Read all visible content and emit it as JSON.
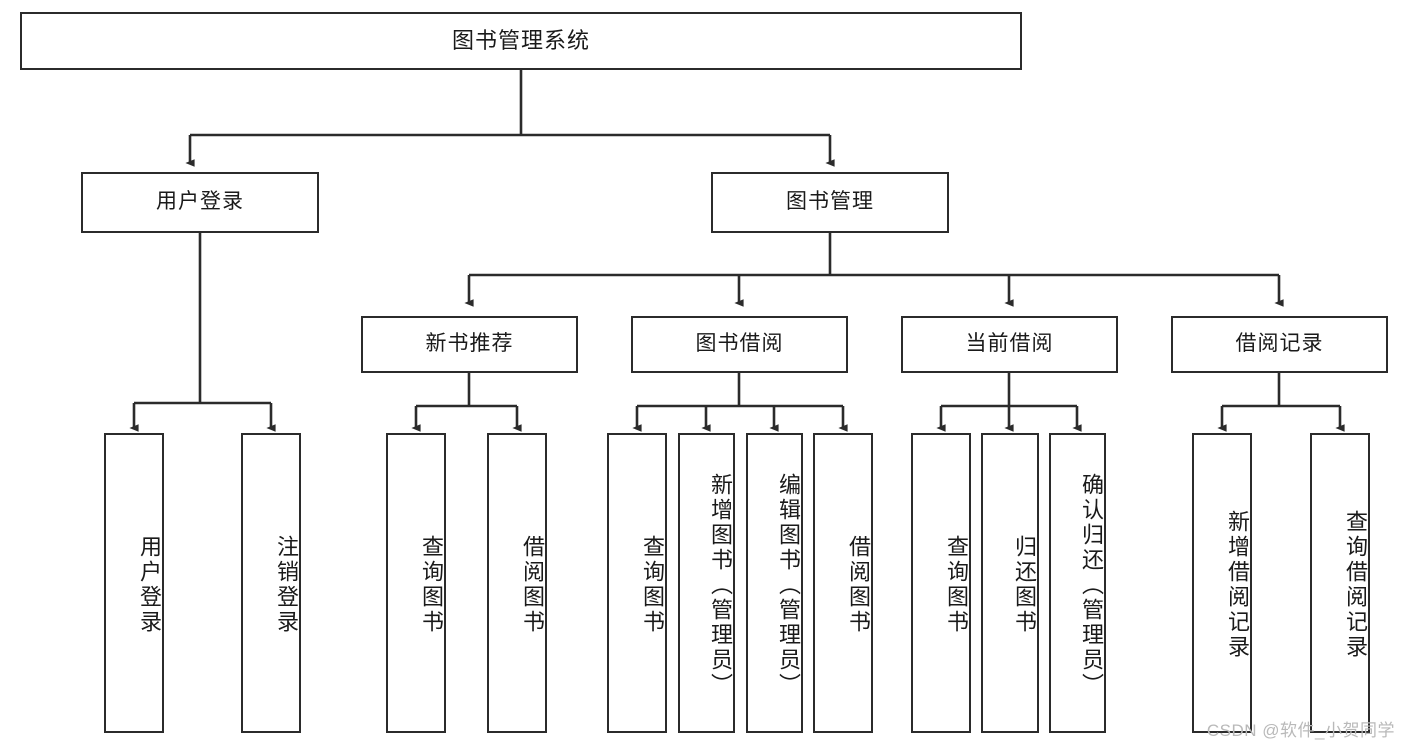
{
  "diagram": {
    "type": "tree",
    "title": "图书管理系统",
    "orientation": "top-down",
    "line_color": "#2b2b2b",
    "box_fill": "#ffffff",
    "text_color": "#1a1a1a",
    "background": "#ffffff"
  },
  "root": {
    "label": "图书管理系统"
  },
  "level2": [
    {
      "label": "用户登录"
    },
    {
      "label": "图书管理"
    }
  ],
  "level3": [
    {
      "label": "新书推荐"
    },
    {
      "label": "图书借阅"
    },
    {
      "label": "当前借阅"
    },
    {
      "label": "借阅记录"
    }
  ],
  "leaves": {
    "user_login": [
      {
        "label": "用户登录"
      },
      {
        "label": "注销登录"
      }
    ],
    "new_book": [
      {
        "label": "查询图书"
      },
      {
        "label": "借阅图书"
      }
    ],
    "book_borrow": [
      {
        "label": "查询图书"
      },
      {
        "label": "新增图书（管理员）"
      },
      {
        "label": "编辑图书（管理员）"
      },
      {
        "label": "借阅图书"
      }
    ],
    "current_borrow": [
      {
        "label": "查询图书"
      },
      {
        "label": "归还图书"
      },
      {
        "label": "确认归还（管理员）"
      }
    ],
    "borrow_record": [
      {
        "label": "新增借阅记录"
      },
      {
        "label": "查询借阅记录"
      }
    ]
  },
  "watermark": {
    "text": "CSDN @软件_小贺同学"
  }
}
